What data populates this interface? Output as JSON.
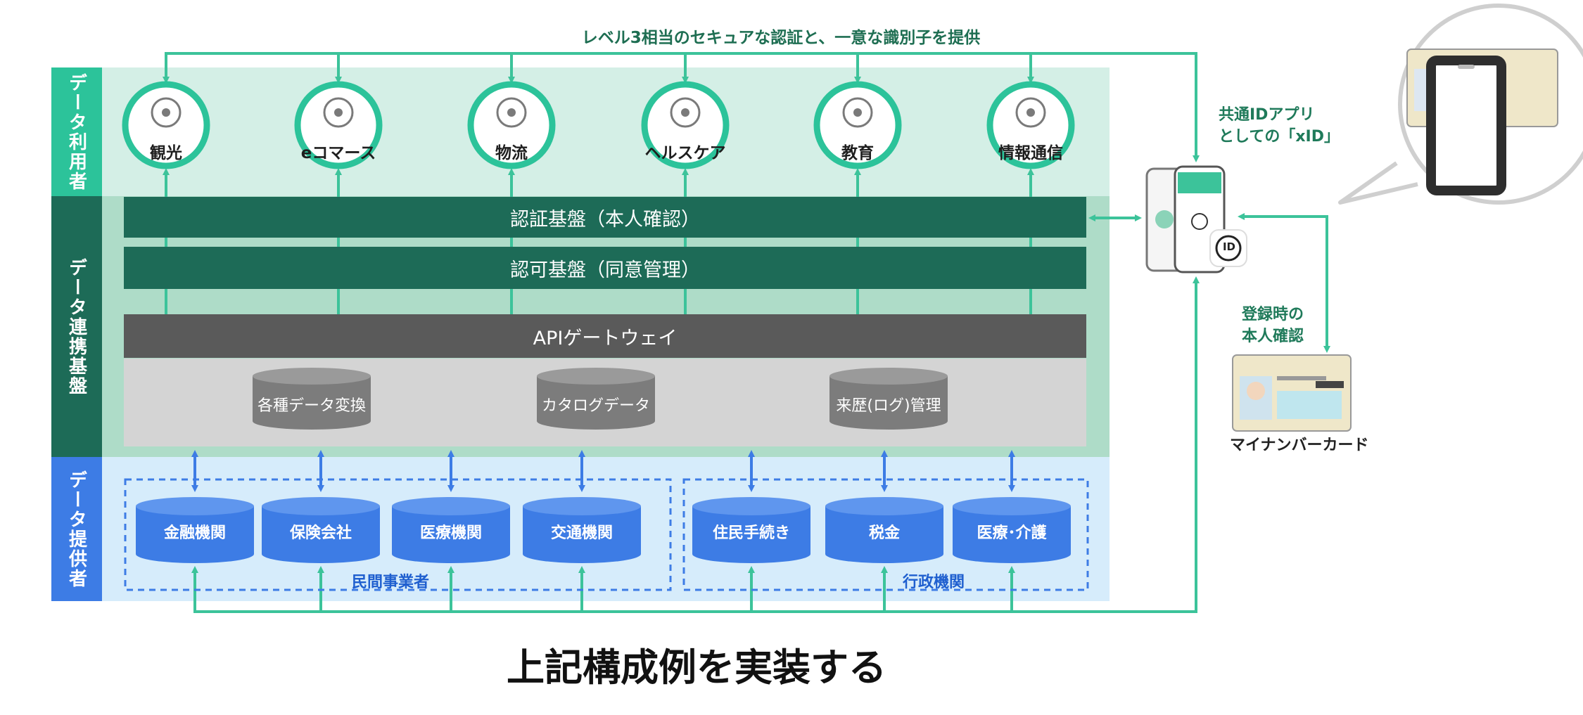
{
  "top_label": "レベル3相当のセキュアな認証と、一意な識別子を提供",
  "bands": {
    "users": "データ利用者",
    "platform": "データ連携基盤",
    "providers": "データ提供者"
  },
  "users": [
    {
      "label": "観光",
      "icon": "tourism-icon"
    },
    {
      "label": "eコマース",
      "icon": "cart-icon"
    },
    {
      "label": "物流",
      "icon": "logistics-icon"
    },
    {
      "label": "ヘルスケア",
      "icon": "healthcare-icon"
    },
    {
      "label": "教育",
      "icon": "education-icon"
    },
    {
      "label": "情報通信",
      "icon": "antenna-icon"
    }
  ],
  "bars": {
    "auth": "認証基盤（本人確認）",
    "authz": "認可基盤（同意管理）",
    "api": "APIゲートウェイ"
  },
  "services": [
    "各種データ変換",
    "カタログデータ",
    "来歴(ログ)管理"
  ],
  "private_providers": [
    "金融機関",
    "保険会社",
    "医療機関",
    "交通機関"
  ],
  "public_providers": [
    "住民手続き",
    "税金",
    "医療･介護"
  ],
  "groups": {
    "private": "民間事業者",
    "public": "行政機関"
  },
  "xid_text": [
    "共通IDアプリ",
    "としての「xID」"
  ],
  "id_badge": "ID",
  "verify_text": [
    "登録時の",
    "本人確認"
  ],
  "mynumber_label": "マイナンバーカード",
  "caption": "上記構成例を実装する",
  "colors": {
    "green_line": "#3cc39a",
    "dark_green": "#1d6b57",
    "blue": "#3d7ce5",
    "gray": "#5a5a5a"
  }
}
